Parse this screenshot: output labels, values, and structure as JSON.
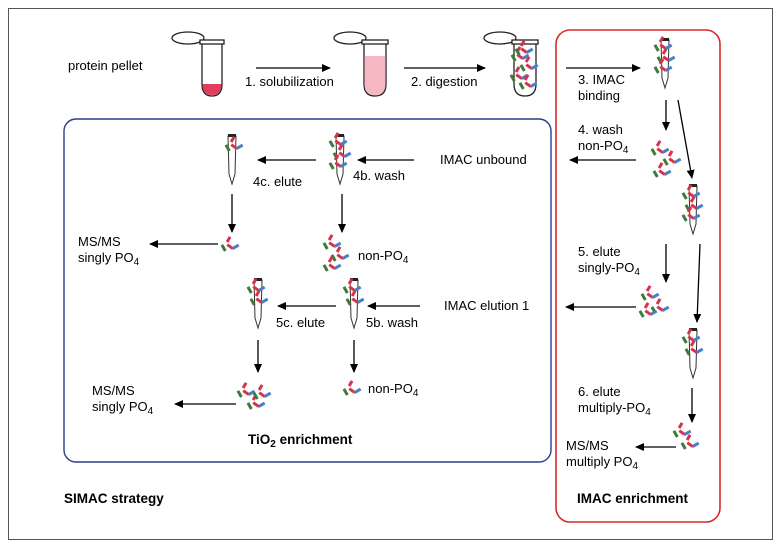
{
  "colors": {
    "imac_box": "#d82a2a",
    "tio2_box": "#2d3d8a",
    "arrow": "#000000",
    "pellet": "#e33d5c",
    "digest_fill": "#f6b8c2",
    "peptide_red": "#d8324a",
    "peptide_blue": "#4a7fc8",
    "peptide_green": "#3f7a3a"
  },
  "steps": {
    "protein_pellet": "protein pellet",
    "solubilization": "1. solubilization",
    "digestion": "2. digestion",
    "imac_binding_1": "3. IMAC",
    "imac_binding_2": "binding",
    "wash_1": "4. wash",
    "wash_2": "non-PO",
    "elute_singly_1": "5. elute",
    "elute_singly_2": "singly-PO",
    "elute_multi_1": "6. elute",
    "elute_multi_2": "multiply-PO",
    "po_sub": "4"
  },
  "imac": {
    "unbound": "IMAC unbound",
    "elution1": "IMAC elution 1",
    "msms_multi_1": "MS/MS",
    "msms_multi_2": "multiply PO",
    "title": "IMAC enrichment"
  },
  "tio2": {
    "elute_4c": "4c. elute",
    "wash_4b": "4b. wash",
    "elute_5c": "5c. elute",
    "wash_5b": "5b. wash",
    "nonpo_1": "non-PO",
    "nonpo_2": "non-PO",
    "msms_1a": "MS/MS",
    "msms_1b": "singly PO",
    "msms_2a": "MS/MS",
    "msms_2b": "singly PO",
    "title_pre": "TiO",
    "title_sub": "2",
    "title_post": " enrichment"
  },
  "simac_title": "SIMAC strategy"
}
